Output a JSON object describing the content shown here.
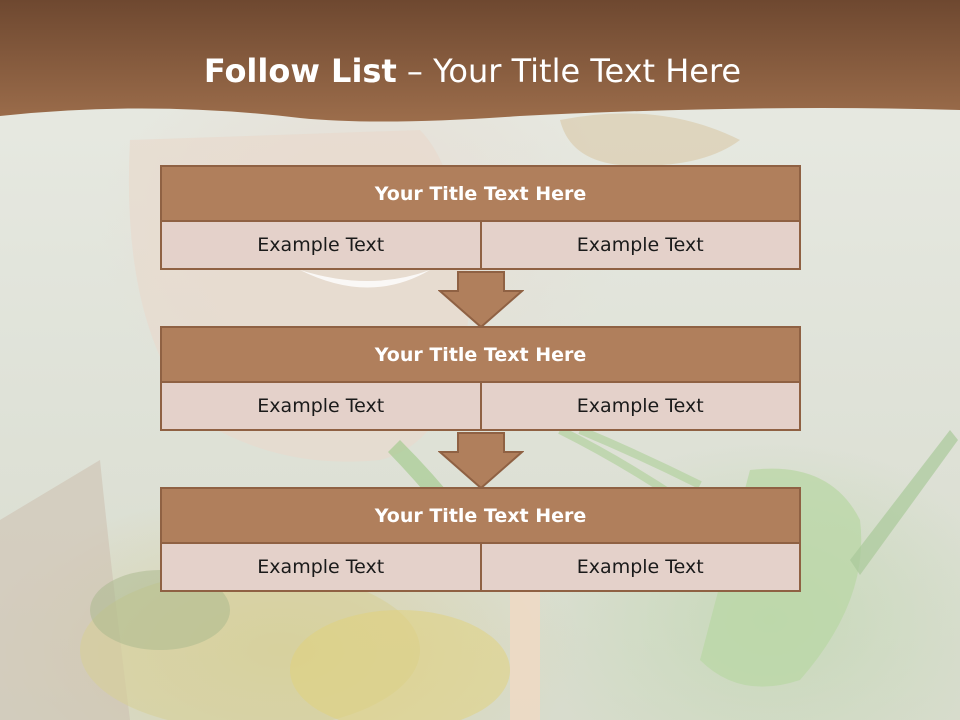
{
  "slide": {
    "title_bold": "Follow List",
    "title_rest": " – Your Title Text Here"
  },
  "colors": {
    "header_band": "#7a5136",
    "block_header_fill": "#b07f5c",
    "block_border": "#8f6143",
    "cell_fill": "#e4d1ca",
    "arrow_fill": "#b07f5c"
  },
  "blocks": [
    {
      "title": "Your Title Text Here",
      "left": "Example Text",
      "right": "Example Text"
    },
    {
      "title": "Your Title Text Here",
      "left": "Example Text",
      "right": "Example Text"
    },
    {
      "title": "Your Title Text Here",
      "left": "Example Text",
      "right": "Example Text"
    }
  ]
}
